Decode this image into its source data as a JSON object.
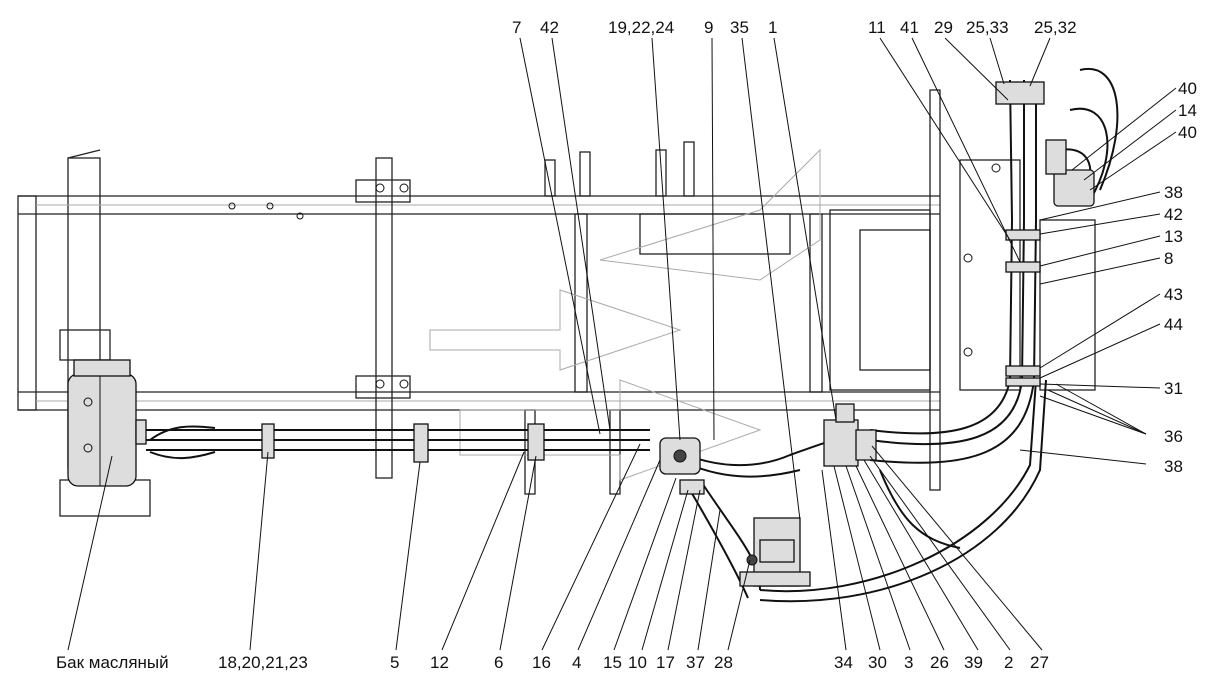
{
  "labels": {
    "top": [
      "7",
      "42",
      "19,22,24",
      "9",
      "35",
      "1",
      "11",
      "41",
      "29",
      "25,33",
      "25,32"
    ],
    "right": [
      "40",
      "14",
      "40",
      "38",
      "42",
      "13",
      "8",
      "43",
      "44",
      "31",
      "36",
      "38"
    ],
    "bottom": [
      "Бак масляный",
      "18,20,21,23",
      "5",
      "12",
      "6",
      "16",
      "4",
      "15",
      "10",
      "17",
      "37",
      "28",
      "34",
      "30",
      "3",
      "26",
      "39",
      "2",
      "27"
    ]
  }
}
